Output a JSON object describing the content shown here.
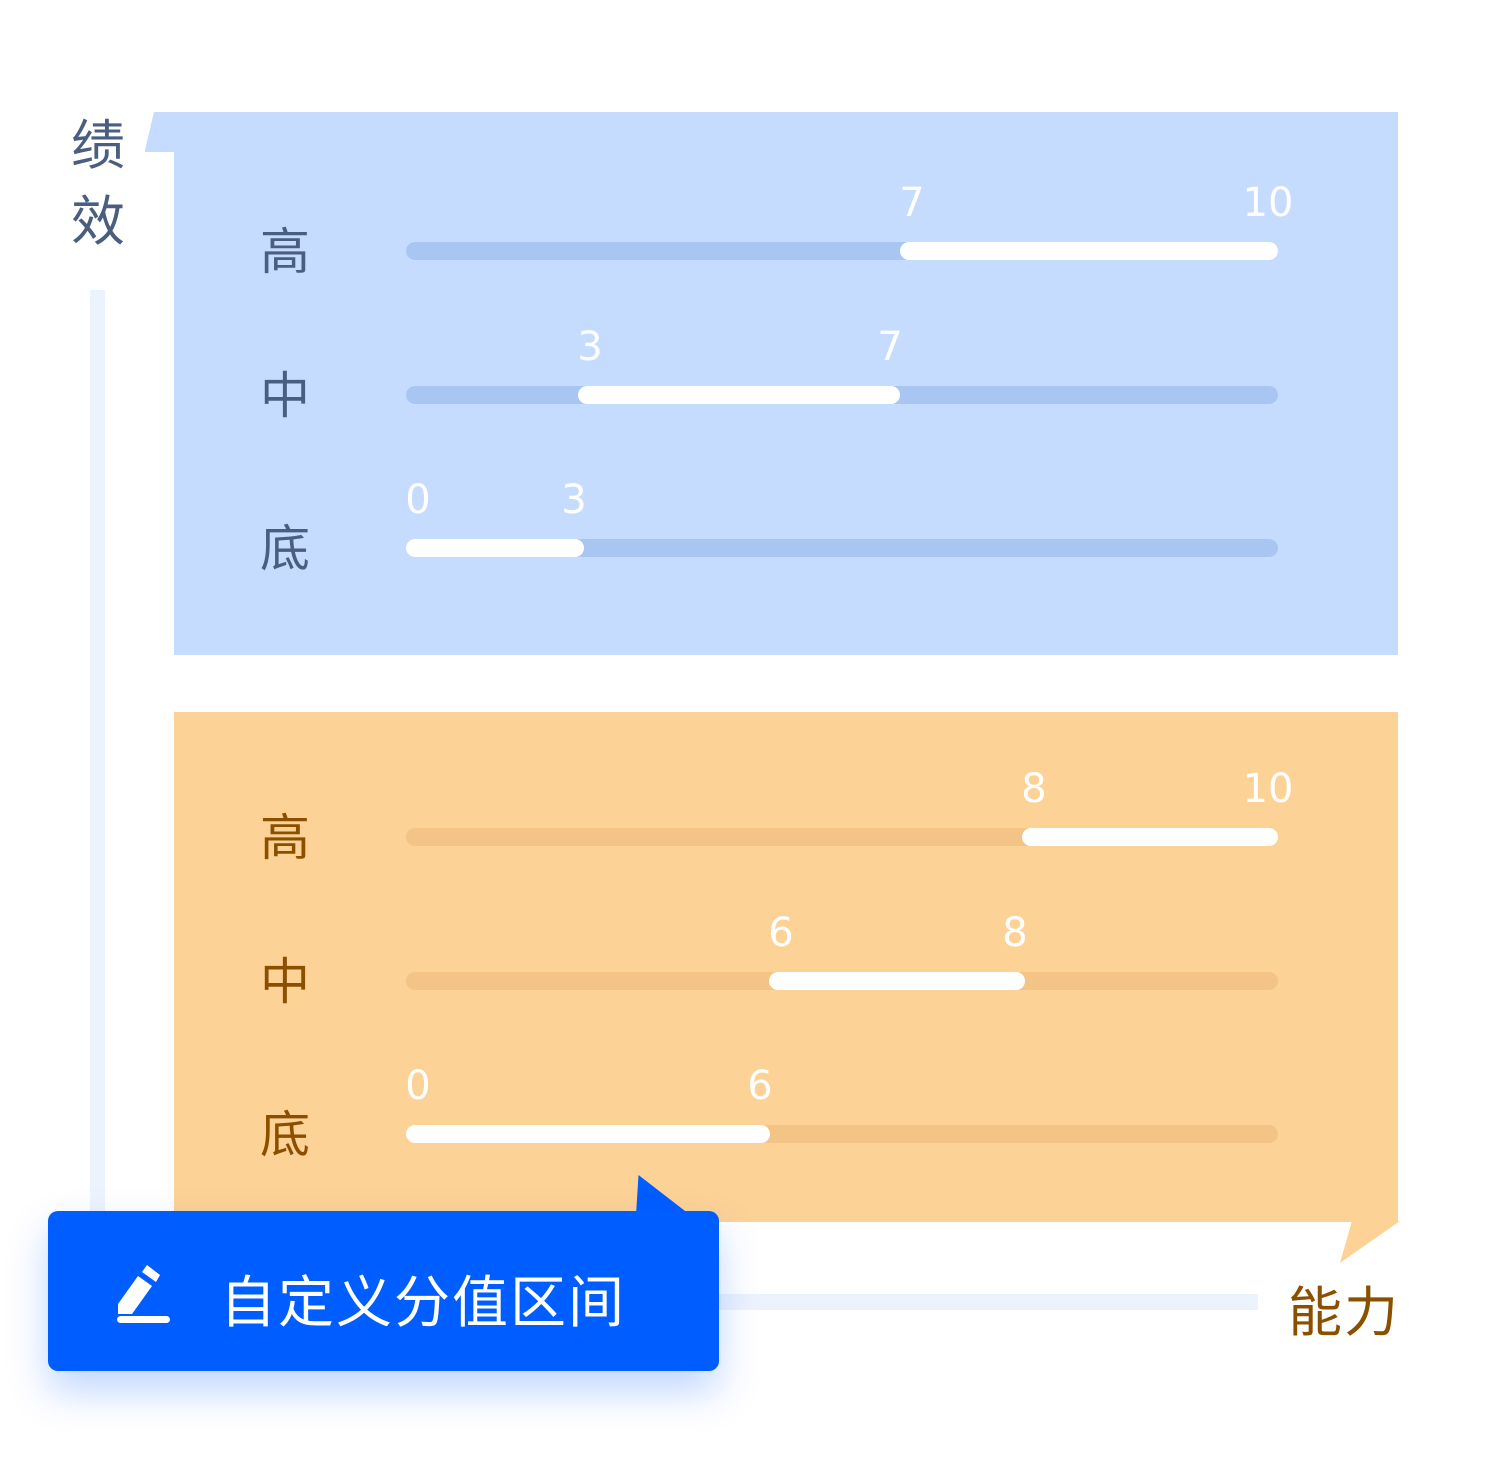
{
  "axis": {
    "y_label": "绩效",
    "x_label": "能力"
  },
  "performance": {
    "rows": [
      {
        "label": "高",
        "min": "7",
        "max": "10"
      },
      {
        "label": "中",
        "min": "3",
        "max": "7"
      },
      {
        "label": "底",
        "min": "0",
        "max": "3"
      }
    ]
  },
  "ability": {
    "rows": [
      {
        "label": "高",
        "min": "8",
        "max": "10"
      },
      {
        "label": "中",
        "min": "6",
        "max": "8"
      },
      {
        "label": "底",
        "min": "0",
        "max": "6"
      }
    ]
  },
  "button": {
    "label": "自定义分值区间",
    "icon": "pencil-icon"
  },
  "colors": {
    "blue_panel": "#c5dcfe",
    "orange_panel": "#fdd296",
    "button": "#005dff"
  }
}
